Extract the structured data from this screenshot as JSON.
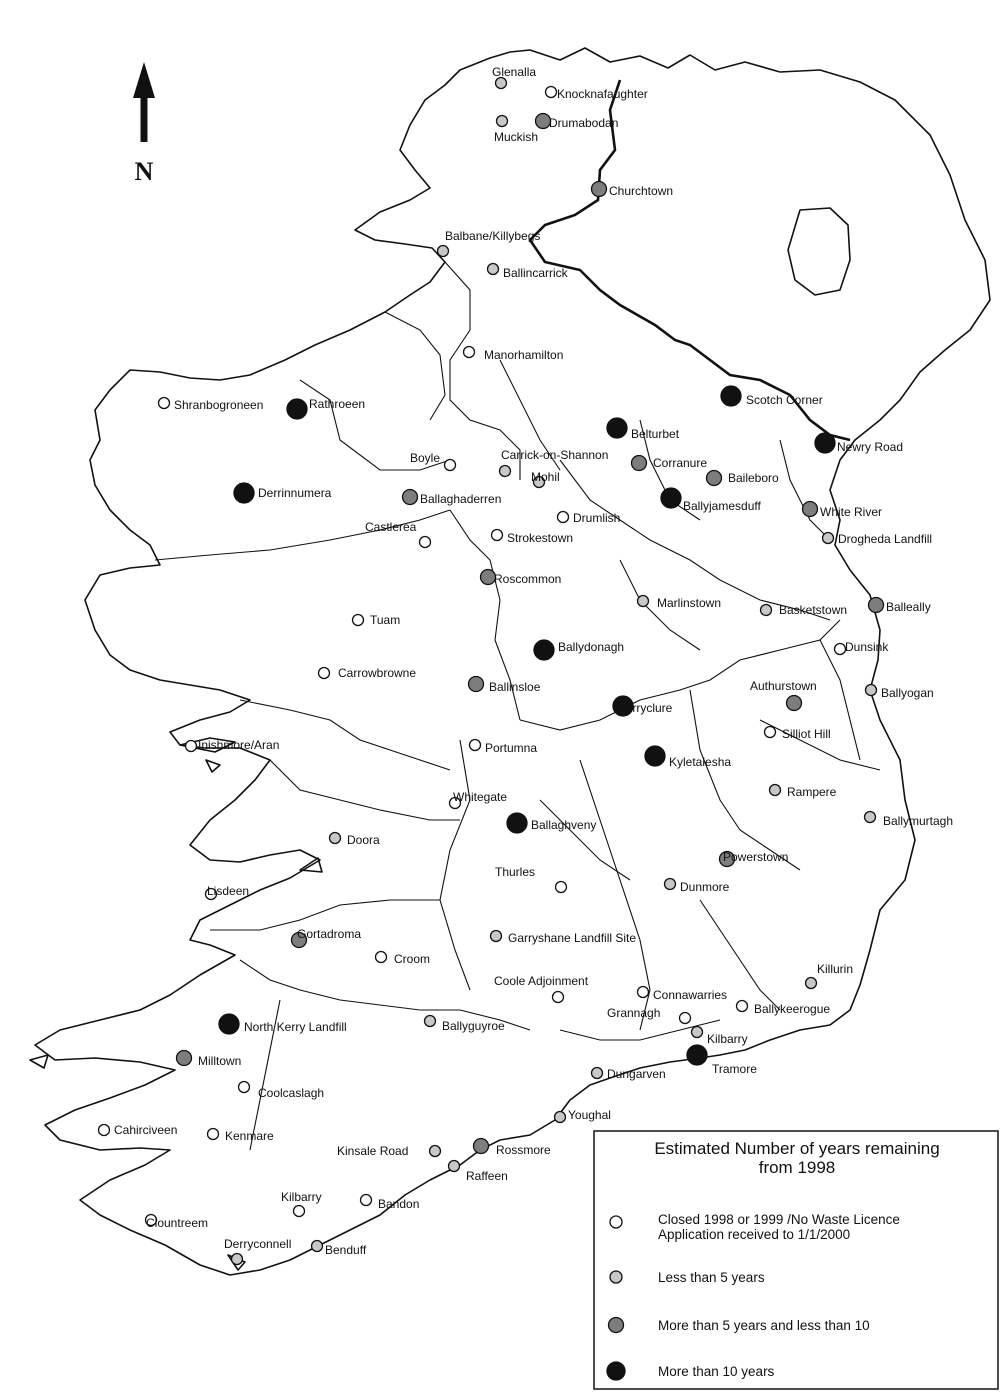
{
  "north": {
    "label": "N"
  },
  "legend": {
    "title_line1": "Estimated Number of years remaining",
    "title_line2": "from 1998",
    "items": [
      {
        "category": "closed",
        "lines": [
          "Closed 1998 or 1999 /No Waste Licence",
          "Application received to 1/1/2000"
        ]
      },
      {
        "category": "lt5",
        "lines": [
          "Less than 5 years"
        ]
      },
      {
        "category": "5to10",
        "lines": [
          "More than 5 years and less than 10"
        ]
      },
      {
        "category": "gt10",
        "lines": [
          "More than 10 years"
        ]
      }
    ]
  },
  "category_colors": {
    "closed": "#ffffff",
    "lt5": "#c8c8c8",
    "5to10": "#7d7d7d",
    "gt10": "#111111"
  },
  "sites": [
    {
      "name": "Glenalla",
      "category": "lt5"
    },
    {
      "name": "Knocknafaughter",
      "category": "closed"
    },
    {
      "name": "Muckish",
      "category": "lt5"
    },
    {
      "name": "Drumabodan",
      "category": "5to10"
    },
    {
      "name": "Churchtown",
      "category": "5to10"
    },
    {
      "name": "Balbane/Killybegs",
      "category": "lt5"
    },
    {
      "name": "Ballincarrick",
      "category": "lt5"
    },
    {
      "name": "Manorhamilton",
      "category": "closed"
    },
    {
      "name": "Shranbogroneen",
      "category": "closed"
    },
    {
      "name": "Rathroeen",
      "category": "gt10"
    },
    {
      "name": "Scotch Corner",
      "category": "gt10"
    },
    {
      "name": "Belturbet",
      "category": "gt10"
    },
    {
      "name": "Newry Road",
      "category": "gt10"
    },
    {
      "name": "Carrick-on-Shannon",
      "category": "lt5"
    },
    {
      "name": "Boyle",
      "category": "closed"
    },
    {
      "name": "Corranure",
      "category": "5to10"
    },
    {
      "name": "Baileboro",
      "category": "5to10"
    },
    {
      "name": "Mohil",
      "category": "lt5"
    },
    {
      "name": "Derrinnumera",
      "category": "gt10"
    },
    {
      "name": "Ballaghaderren",
      "category": "5to10"
    },
    {
      "name": "Ballyjamesduff",
      "category": "gt10"
    },
    {
      "name": "White River",
      "category": "5to10"
    },
    {
      "name": "Drumlish",
      "category": "closed"
    },
    {
      "name": "Castlerea",
      "category": "closed"
    },
    {
      "name": "Strokestown",
      "category": "closed"
    },
    {
      "name": "Drogheda Landfill",
      "category": "lt5"
    },
    {
      "name": "Roscommon",
      "category": "5to10"
    },
    {
      "name": "Marlinstown",
      "category": "lt5"
    },
    {
      "name": "Basketstown",
      "category": "lt5"
    },
    {
      "name": "Balleally",
      "category": "5to10"
    },
    {
      "name": "Tuam",
      "category": "closed"
    },
    {
      "name": "Ballydonagh",
      "category": "gt10"
    },
    {
      "name": "Dunsink",
      "category": "closed"
    },
    {
      "name": "Carrowbrowne",
      "category": "closed"
    },
    {
      "name": "Ballinsloe",
      "category": "5to10"
    },
    {
      "name": "Authurstown",
      "category": "5to10"
    },
    {
      "name": "Ballyogan",
      "category": "lt5"
    },
    {
      "name": "Derryclure",
      "category": "gt10"
    },
    {
      "name": "Inishmore/Aran",
      "category": "closed"
    },
    {
      "name": "Portumna",
      "category": "closed"
    },
    {
      "name": "Silliot Hill",
      "category": "closed"
    },
    {
      "name": "Kyletalesha",
      "category": "gt10"
    },
    {
      "name": "Rampere",
      "category": "lt5"
    },
    {
      "name": "Whitegate",
      "category": "closed"
    },
    {
      "name": "Ballaghveny",
      "category": "gt10"
    },
    {
      "name": "Ballymurtagh",
      "category": "lt5"
    },
    {
      "name": "Doora",
      "category": "lt5"
    },
    {
      "name": "Powerstown",
      "category": "5to10"
    },
    {
      "name": "Thurles",
      "category": "closed"
    },
    {
      "name": "Dunmore",
      "category": "lt5"
    },
    {
      "name": "Lisdeen",
      "category": "closed"
    },
    {
      "name": "Gortadroma",
      "category": "5to10"
    },
    {
      "name": "Garryshane Landfill Site",
      "category": "lt5"
    },
    {
      "name": "Croom",
      "category": "closed"
    },
    {
      "name": "Killurin",
      "category": "lt5"
    },
    {
      "name": "Coole Adjoinment",
      "category": "closed"
    },
    {
      "name": "Connawarries",
      "category": "closed"
    },
    {
      "name": "Ballykeerogue",
      "category": "closed"
    },
    {
      "name": "Grannagh",
      "category": "closed"
    },
    {
      "name": "North Kerry Landfill",
      "category": "gt10"
    },
    {
      "name": "Ballyguyroe",
      "category": "lt5"
    },
    {
      "name": "Kilbarry",
      "category": "lt5"
    },
    {
      "name": "Milltown",
      "category": "5to10"
    },
    {
      "name": "Tramore",
      "category": "gt10"
    },
    {
      "name": "Dungarven",
      "category": "lt5"
    },
    {
      "name": "Coolcaslagh",
      "category": "closed"
    },
    {
      "name": "Youghal",
      "category": "lt5"
    },
    {
      "name": "Cahirciveen",
      "category": "closed"
    },
    {
      "name": "Kenmare",
      "category": "closed"
    },
    {
      "name": "Kinsale Road",
      "category": "lt5"
    },
    {
      "name": "Rossmore",
      "category": "5to10"
    },
    {
      "name": "Raffeen",
      "category": "lt5"
    },
    {
      "name": "Kilbarry",
      "category": "closed"
    },
    {
      "name": "Bandon",
      "category": "closed"
    },
    {
      "name": "Clountreem",
      "category": "closed"
    },
    {
      "name": "Derryconnell",
      "category": "lt5"
    },
    {
      "name": "Benduff",
      "category": "lt5"
    }
  ]
}
